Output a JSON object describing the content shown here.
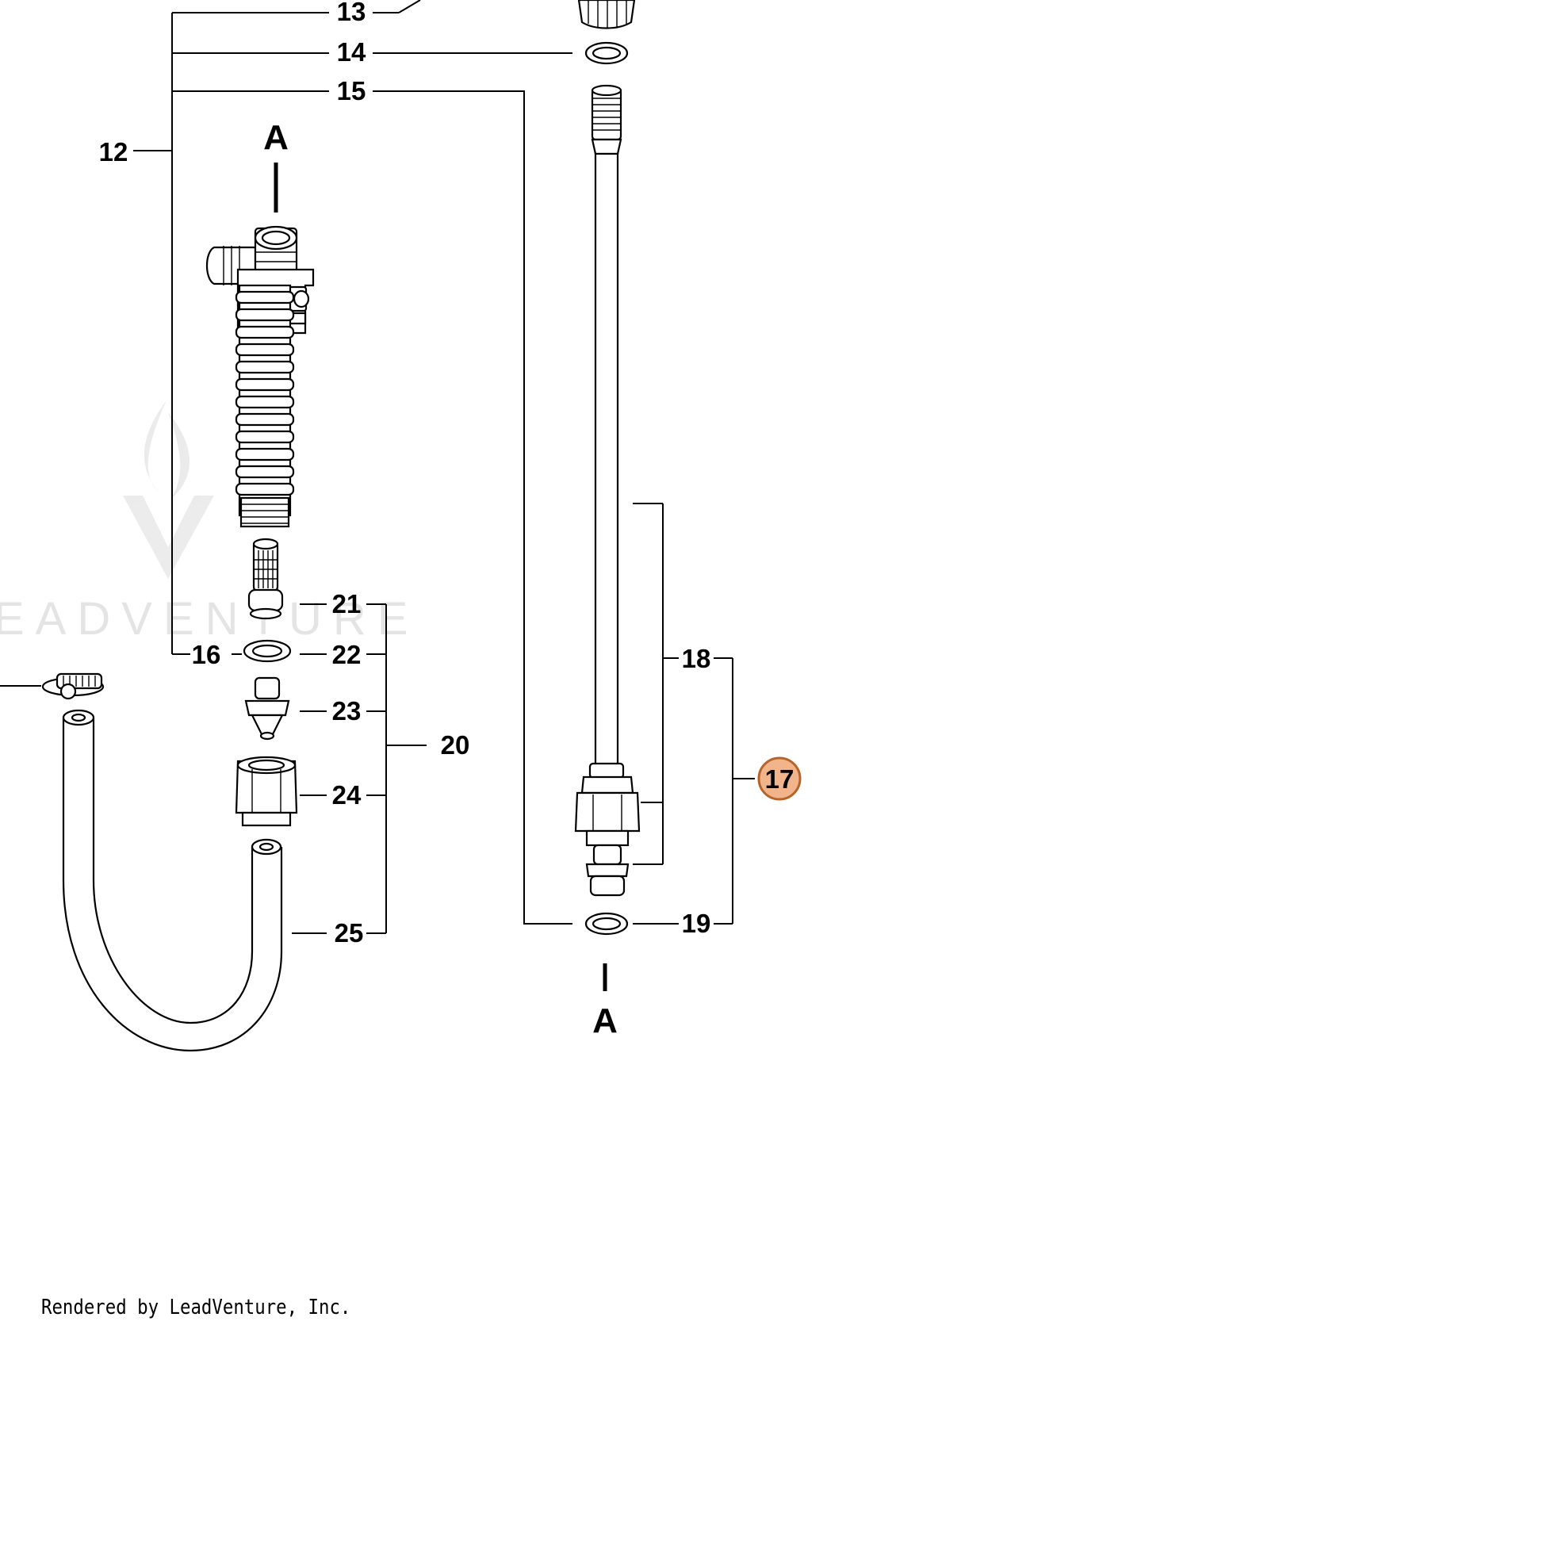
{
  "diagram": {
    "section_markers": {
      "top": "A",
      "bottom": "A"
    },
    "callouts": {
      "c12": "12",
      "c13": "13",
      "c14": "14",
      "c15": "15",
      "c16": "16",
      "c17": "17",
      "c18": "18",
      "c19": "19",
      "c20": "20",
      "c21": "21",
      "c22": "22",
      "c23": "23",
      "c24": "24",
      "c25": "25"
    },
    "highlighted_callout": "17",
    "highlight_color": "#f2b48a",
    "highlight_border_color": "#b5652c",
    "watermark": {
      "text": "EADVENTURE"
    }
  },
  "footer": {
    "text": "Rendered by LeadVenture, Inc."
  }
}
